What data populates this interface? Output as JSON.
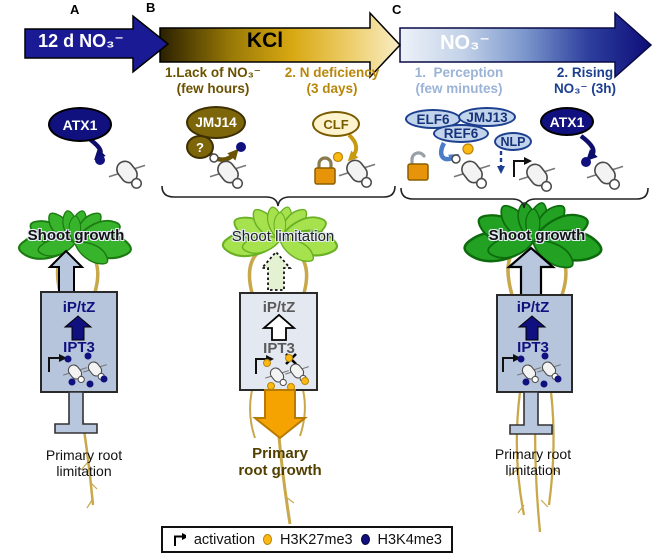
{
  "panels": {
    "a": "A",
    "b": "B",
    "c": "C"
  },
  "timeline": {
    "a": {
      "label": "12 d NO₃⁻",
      "color": "#1a1a94"
    },
    "b": {
      "label": "KCl",
      "color_start": "#2a2000",
      "color_end": "#f8edc4"
    },
    "c": {
      "label": "NO₃⁻",
      "color_start": "#eef2f9",
      "color_end": "#0d0d78"
    }
  },
  "phases": {
    "b1": {
      "line1": "1.Lack of NO₃⁻",
      "line2": "(few hours)",
      "color": "#6b5200"
    },
    "b2": {
      "line1": "2. N deficiency",
      "line2": "(3 days)",
      "color": "#b8860b"
    },
    "c1": {
      "line1": "1.  Perception",
      "line2": "(few minutes)",
      "color": "#9ab3d6"
    },
    "c2": {
      "line1": "2. Rising",
      "line2": "NO₃⁻ (3h)",
      "color": "#1c3f8f"
    }
  },
  "proteins": {
    "atx1_a": "ATX1",
    "jmj14": "JMJ14",
    "jmj14_question": "?",
    "clf": "CLF",
    "elf6": "ELF6",
    "jmj13": "JMJ13",
    "ref6": "REF6",
    "nlp": "NLP",
    "atx1_c": "ATX1",
    "navy_fill": "#10107e",
    "dark_gold_fill": "#7d650a",
    "pale_blue_fill": "#c2d4ec"
  },
  "shoots": {
    "a": "Shoot growth",
    "b": "Shoot limitation",
    "c": "Shoot growth"
  },
  "boxes": {
    "a": {
      "metabolite": "iP/tZ",
      "gene": "IPT3"
    },
    "b": {
      "metabolite": "iP/tZ",
      "gene": "IPT3"
    },
    "c": {
      "metabolite": "iP/tZ",
      "gene": "IPT3"
    }
  },
  "roots": {
    "a": {
      "line1": "Primary root",
      "line2": "limitation"
    },
    "b": {
      "line1": "Primary",
      "line2": "root growth"
    },
    "c": {
      "line1": "Primary root",
      "line2": "limitation"
    }
  },
  "legend": {
    "activation": "activation",
    "h3k27me3": "H3K27me3",
    "h3k4me3": "H3K4me3",
    "h3k27_color": "#fdb913",
    "h3k4_color": "#10107e"
  }
}
